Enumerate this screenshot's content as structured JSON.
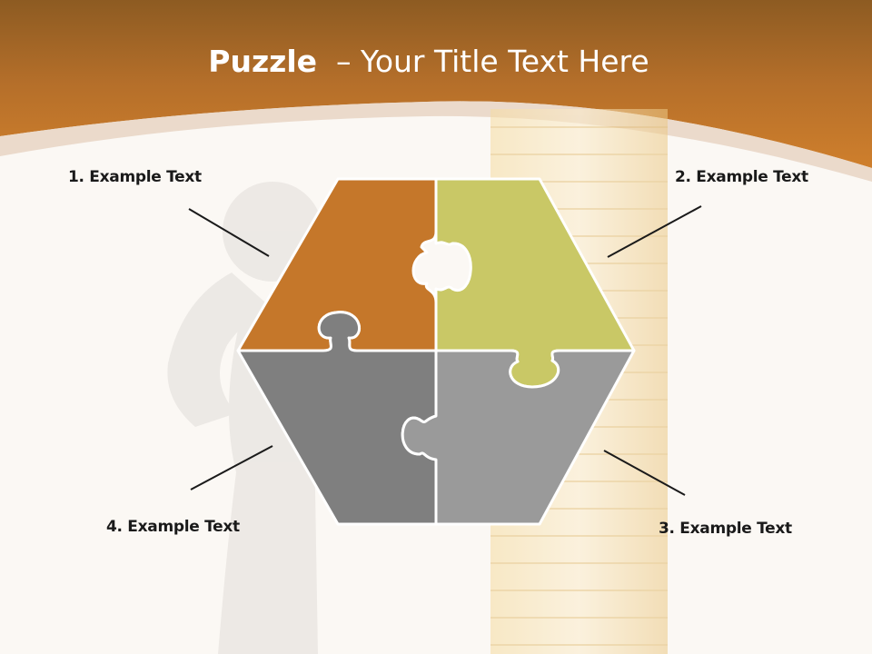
{
  "slide": {
    "title_bold": "Puzzle",
    "title_rest": "  – Your Title Text Here"
  },
  "puzzle": {
    "pieces": [
      {
        "position": "top-left",
        "color": "#c5772a"
      },
      {
        "position": "top-right",
        "color": "#c9c866"
      },
      {
        "position": "bottom-left",
        "color": "#7f7f7f"
      },
      {
        "position": "bottom-right",
        "color": "#9a9a9a"
      }
    ]
  },
  "labels": {
    "item1": "1. Example Text",
    "item2": "2. Example Text",
    "item3": "3. Example Text",
    "item4": "4. Example Text"
  },
  "colors": {
    "header_dark": "#8c5a22",
    "header_light": "#c97a2b",
    "background": "#fbf8f4"
  }
}
